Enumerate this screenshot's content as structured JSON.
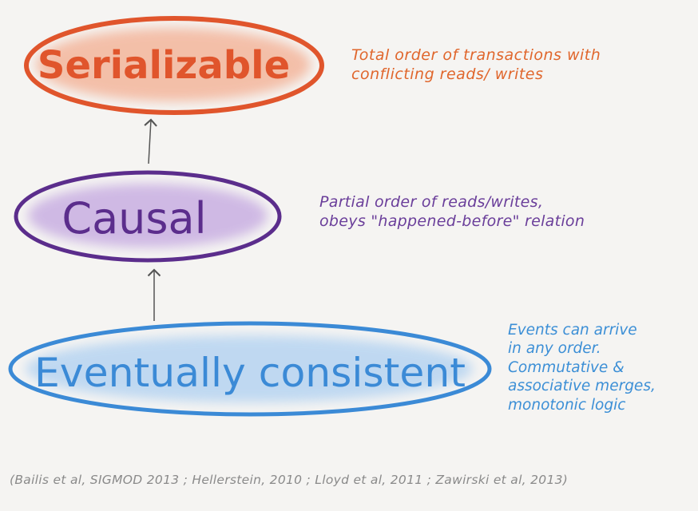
{
  "levels": [
    {
      "title": "Serializable",
      "color": "#e0552c",
      "fill": "#f3a98a",
      "description": [
        "Total order of transactions with",
        "conflicting reads/ writes"
      ]
    },
    {
      "title": "Causal",
      "color": "#5b2d8c",
      "fill": "#c3a6e0",
      "description": [
        "Partial order of reads/writes,",
        "obeys \"happened-before\" relation"
      ]
    },
    {
      "title": "Eventually consistent",
      "color": "#3b8ad6",
      "fill": "#a9cdf1",
      "description": [
        "Events can arrive",
        "in any order.",
        "Commutative &",
        "associative merges,",
        "monotonic logic"
      ]
    }
  ],
  "citation": "(Bailis et al, SIGMOD 2013 ; Hellerstein, 2010 ; Lloyd et al, 2011 ; Zawirski et al, 2013)",
  "arrow_color": "#555555"
}
